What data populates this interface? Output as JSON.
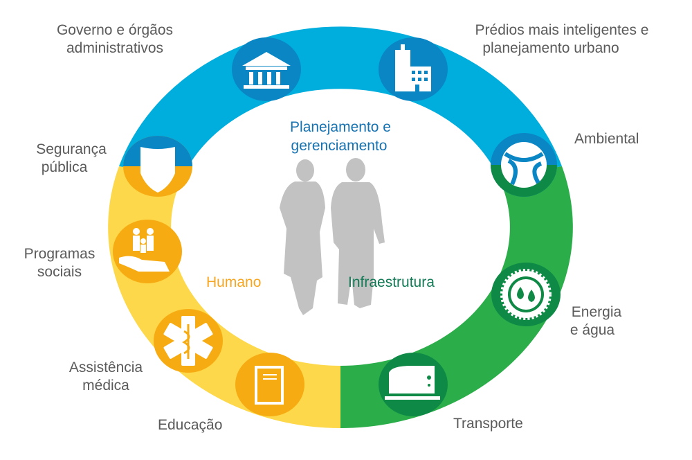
{
  "colors": {
    "blue": "#00aede",
    "blue_dark": "#0a86c4",
    "yellow": "#fdd84a",
    "yellow_dark": "#f7ab12",
    "green": "#2bae4a",
    "green_dark": "#0f8a46",
    "label": "#5a5a5a",
    "planning_text": "#1672b0",
    "human_text": "#f5a623",
    "infra_text": "#137a55",
    "figure": "#c2c2c2"
  },
  "center": {
    "planning": [
      "Planejamento e",
      "gerenciamento"
    ],
    "human": "Humano",
    "infra": "Infraestrutura"
  },
  "labels": {
    "government": [
      "Governo e órgãos",
      "administrativos"
    ],
    "buildings": [
      "Prédios mais inteligentes e",
      "planejamento urbano"
    ],
    "environment": [
      "Ambiental"
    ],
    "security": [
      "Segurança",
      "pública"
    ],
    "social": [
      "Programas",
      "sociais"
    ],
    "energy": [
      "Energia",
      "e água"
    ],
    "health": [
      "Assistência",
      "médica"
    ],
    "education": [
      "Educação"
    ],
    "transport": [
      "Transporte"
    ]
  },
  "icons": [
    "government-building-icon",
    "office-building-icon",
    "environment-icon",
    "police-badge-icon",
    "family-hand-icon",
    "energy-water-icon",
    "medical-star-icon",
    "book-icon",
    "train-icon"
  ]
}
